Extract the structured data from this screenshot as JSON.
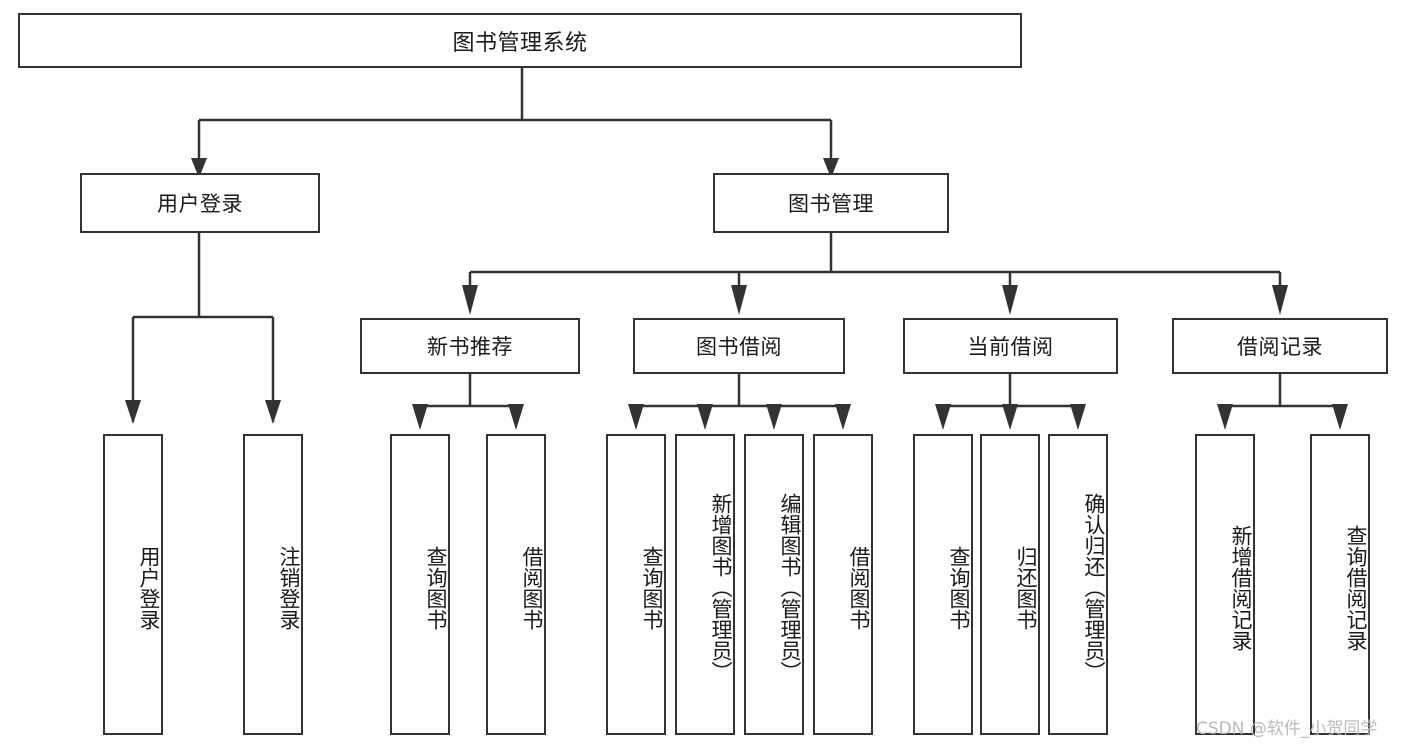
{
  "diagram": {
    "title": "图书管理系统",
    "type": "tree-hierarchy-chart",
    "root": {
      "label": "图书管理系统"
    },
    "level2": [
      {
        "label": "用户登录"
      },
      {
        "label": "图书管理"
      }
    ],
    "level3": [
      {
        "label": "新书推荐"
      },
      {
        "label": "图书借阅"
      },
      {
        "label": "当前借阅"
      },
      {
        "label": "借阅记录"
      }
    ],
    "leaves": {
      "user_login": [
        {
          "label": "用户登录"
        },
        {
          "label": "注销登录"
        }
      ],
      "new_book_recommend": [
        {
          "label": "查询图书"
        },
        {
          "label": "借阅图书"
        }
      ],
      "book_borrow": [
        {
          "label": "查询图书"
        },
        {
          "label": "新增图书（管理员）"
        },
        {
          "label": "编辑图书（管理员）"
        },
        {
          "label": "借阅图书"
        }
      ],
      "current_borrow": [
        {
          "label": "查询图书"
        },
        {
          "label": "归还图书"
        },
        {
          "label": "确认归还（管理员）"
        }
      ],
      "borrow_record": [
        {
          "label": "新增借阅记录"
        },
        {
          "label": "查询借阅记录"
        }
      ]
    }
  },
  "watermark": {
    "text": "CSDN @软件_小贺同学"
  },
  "colors": {
    "stroke": "#333333",
    "background": "#ffffff",
    "text": "#1a1a1a",
    "watermark": "#b8b8b8"
  }
}
